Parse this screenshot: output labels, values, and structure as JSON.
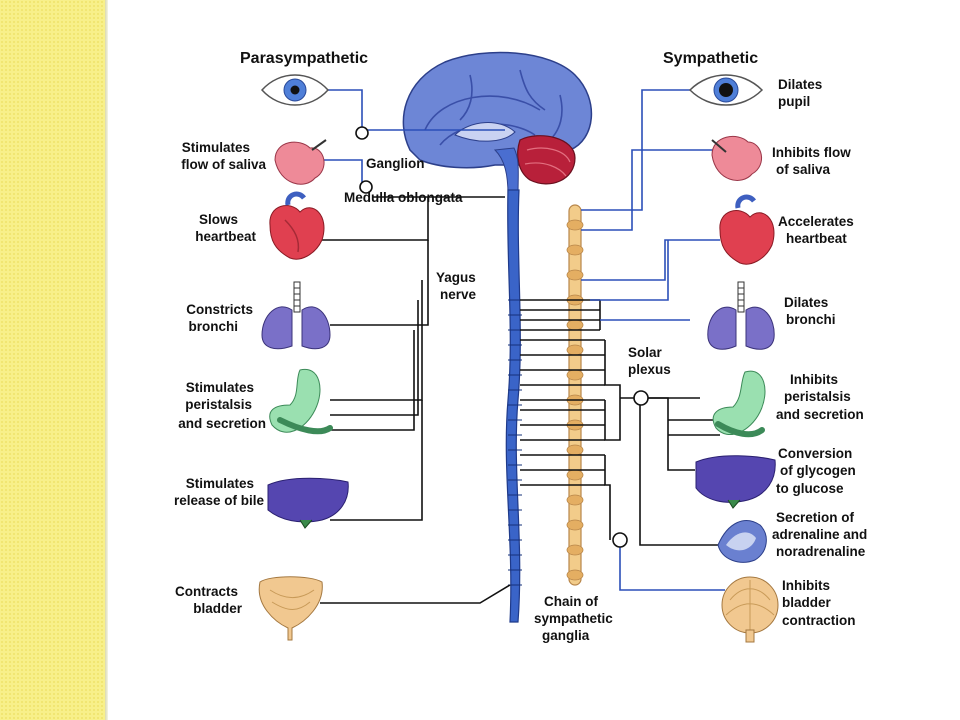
{
  "headings": {
    "parasympathetic": "Parasympathetic",
    "sympathetic": "Sympathetic"
  },
  "left": {
    "eye": "",
    "saliva": [
      "Stimulates",
      "flow of saliva"
    ],
    "heart": [
      "Slows",
      "heartbeat"
    ],
    "bronchi": [
      "Constricts",
      "bronchi"
    ],
    "stomach": [
      "Stimulates",
      "peristalsis",
      "and secretion"
    ],
    "bile": [
      "Stimulates",
      "release of bile"
    ],
    "bladder": [
      "Contracts",
      "bladder"
    ]
  },
  "center": {
    "ganglion": "Ganglion",
    "medulla": "Medulla oblongata",
    "vagus": [
      "Yagus",
      "nerve"
    ],
    "solar": [
      "Solar",
      "plexus"
    ],
    "chain": [
      "Chain of",
      "sympathetic",
      "ganglia"
    ]
  },
  "right": {
    "pupil": [
      "Dilates",
      "pupil"
    ],
    "saliva": [
      "Inhibits flow",
      "of saliva"
    ],
    "heart": [
      "Accelerates",
      "heartbeat"
    ],
    "bronchi": [
      "Dilates",
      "bronchi"
    ],
    "stomach": [
      "Inhibits",
      "peristalsis",
      "and secretion"
    ],
    "glycogen": [
      "Conversion",
      "of glycogen",
      "to glucose"
    ],
    "adrenaline": [
      "Secretion of",
      "adrenaline and",
      "noradrenaline"
    ],
    "bladder": [
      "Inhibits",
      "bladder",
      "contraction"
    ]
  },
  "colors": {
    "side_bar": "#f8f08a",
    "spinal_cord": "#3a64c8",
    "sympathetic_chain": "#f2cc8a",
    "parasympathetic_wire": "#111111",
    "sympathetic_wire": "#2b4fb8"
  }
}
